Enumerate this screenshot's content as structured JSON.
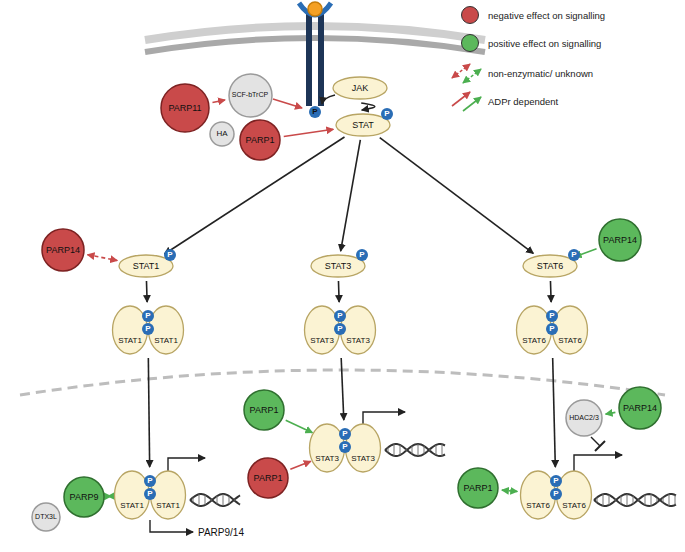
{
  "diagram": {
    "nodes": [
      {
        "text": [
          "PARP11"
        ]
      },
      {
        "text": [
          "SCF-bTrCP"
        ]
      },
      {
        "text": [
          "JAK"
        ]
      },
      {
        "text": [
          "STAT",
          "P"
        ]
      },
      {
        "text": [
          "HA"
        ]
      },
      {
        "text": [
          "PARP1"
        ]
      },
      {
        "text": [
          "PARP14"
        ]
      },
      {
        "text": [
          "STAT1",
          "P"
        ]
      },
      {
        "text": [
          "STAT3",
          "P"
        ]
      },
      {
        "text": [
          "PARP14"
        ]
      },
      {
        "text": [
          "STAT6",
          "P"
        ]
      },
      {
        "text": [
          "STAT1",
          "P",
          "P",
          "STAT1"
        ]
      },
      {
        "text": [
          "STAT3",
          "P",
          "P",
          "STAT3"
        ]
      },
      {
        "text": [
          "STAT6",
          "P",
          "P",
          "STAT6"
        ]
      },
      {
        "text": [
          "PARP1"
        ]
      },
      {
        "text": [
          "STAT3",
          "P",
          "P",
          "STAT3"
        ]
      },
      {
        "text": [
          "HDAC2/3"
        ]
      },
      {
        "text": [
          "PARP14"
        ]
      },
      {
        "text": [
          "PARP1"
        ]
      },
      {
        "text": [
          "PARP1"
        ]
      },
      {
        "text": [
          "STAT1",
          "P",
          "P",
          "STAT1"
        ]
      },
      {
        "text": [
          "STAT6",
          "P",
          "P",
          "STAT6"
        ]
      },
      {
        "text": [
          "PARP9"
        ]
      },
      {
        "text": [
          "DTX3L"
        ]
      }
    ],
    "edges": [
      {
        "from": 2,
        "to": 3,
        "arrow": "to"
      },
      {
        "from": 0,
        "to": 1,
        "arrow": "to"
      },
      {
        "from": 5,
        "to": 3,
        "arrow": "to"
      },
      {
        "from": 3,
        "to": 7,
        "arrow": "to"
      },
      {
        "from": 3,
        "to": 8,
        "arrow": "to"
      },
      {
        "from": 3,
        "to": 10,
        "arrow": "to"
      },
      {
        "from": 6,
        "to": 7,
        "arrow": "both"
      },
      {
        "from": 9,
        "to": 10,
        "arrow": "to"
      },
      {
        "from": 7,
        "to": 11,
        "arrow": "to"
      },
      {
        "from": 8,
        "to": 12,
        "arrow": "to"
      },
      {
        "from": 10,
        "to": 13,
        "arrow": "to"
      },
      {
        "from": 11,
        "to": 20,
        "arrow": "to"
      },
      {
        "from": 12,
        "to": 15,
        "arrow": "to"
      },
      {
        "from": 13,
        "to": 21,
        "arrow": "to"
      },
      {
        "from": 14,
        "to": 15,
        "arrow": "to"
      },
      {
        "from": 18,
        "to": 15,
        "arrow": "to"
      },
      {
        "from": 17,
        "to": 16,
        "arrow": "to"
      },
      {
        "from": 19,
        "to": 21,
        "arrow": "both"
      },
      {
        "from": 22,
        "to": 20,
        "arrow": "both"
      }
    ],
    "labels": [
      "P",
      "PARP9/14"
    ],
    "legend": [
      {
        "text": "negative effect on signalling",
        "color": "#c94a4a"
      },
      {
        "text": "positive effect on signalling",
        "color": "#5cb85c"
      },
      {
        "text": "non-enzymatic/ unknown"
      },
      {
        "text": "ADPr dependent"
      }
    ]
  }
}
